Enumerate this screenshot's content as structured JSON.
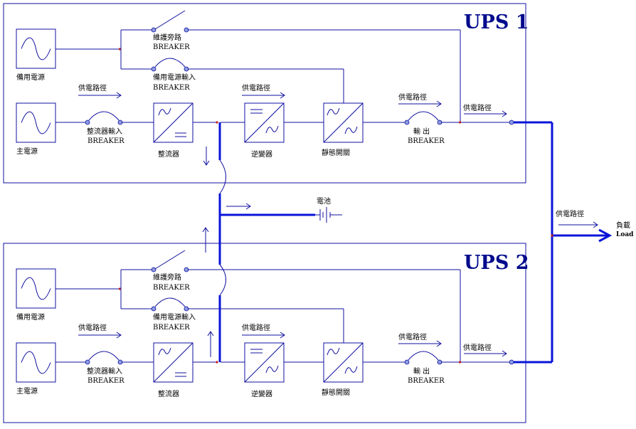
{
  "ups_units": [
    {
      "title": "UPS 1",
      "labels": {
        "standby_source": "備用電源",
        "main_source": "主電源",
        "maintenance_bypass": "維護旁路",
        "maintenance_breaker": "BREAKER",
        "standby_input": "備用電源輸入",
        "standby_breaker": "BREAKER",
        "rectifier_input": "整流器輸入",
        "rectifier_breaker": "BREAKER",
        "rectifier": "整流器",
        "inverter": "逆變器",
        "static_switch": "靜態開關",
        "output": "輸 出",
        "output_breaker": "BREAKER",
        "path_main": "供電路徑",
        "path_inverter": "供電路徑",
        "path_output": "供電路徑",
        "path_exit": "供電路徑"
      }
    },
    {
      "title": "UPS 2",
      "labels": {
        "standby_source": "備用電源",
        "main_source": "主電源",
        "maintenance_bypass": "維護旁路",
        "maintenance_breaker": "BREAKER",
        "standby_input": "備用電源輸入",
        "standby_breaker": "BREAKER",
        "rectifier_input": "整流器輸入",
        "rectifier_breaker": "BREAKER",
        "rectifier": "整流器",
        "inverter": "逆變器",
        "static_switch": "靜態開關",
        "output": "輸 出",
        "output_breaker": "BREAKER",
        "path_main": "供電路徑",
        "path_inverter": "供電路徑",
        "path_output": "供電路徑",
        "path_exit": "供電路徑"
      }
    }
  ],
  "battery": {
    "label": "電池"
  },
  "load": {
    "label": "負載",
    "label_en": "Load",
    "path_label": "供電路徑"
  },
  "colors": {
    "thin_line": "#1010a0",
    "thick_line": "#0a14d8",
    "title": "#000a8c"
  }
}
